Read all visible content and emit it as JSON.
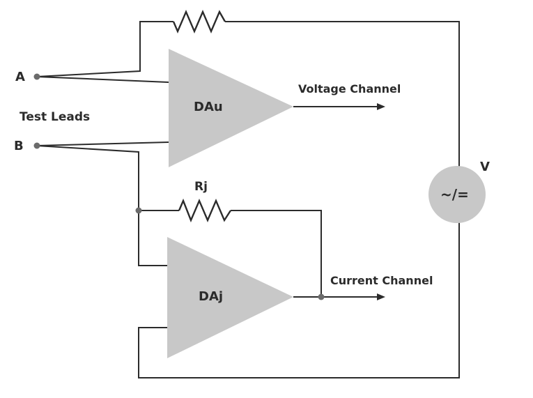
{
  "labels": {
    "terminal_a": "A",
    "terminal_b": "B",
    "test_leads": "Test Leads",
    "amp_voltage": "DAu",
    "amp_current": "DAj",
    "voltage_channel": "Voltage Channel",
    "current_channel": "Current Channel",
    "resistor_rj": "Rj",
    "source_symbol": "~/=",
    "source_label": "V"
  },
  "colors": {
    "wire": "#2b2b2b",
    "amplifier_fill": "#c8c8c8",
    "node": "#6b6b6b"
  }
}
